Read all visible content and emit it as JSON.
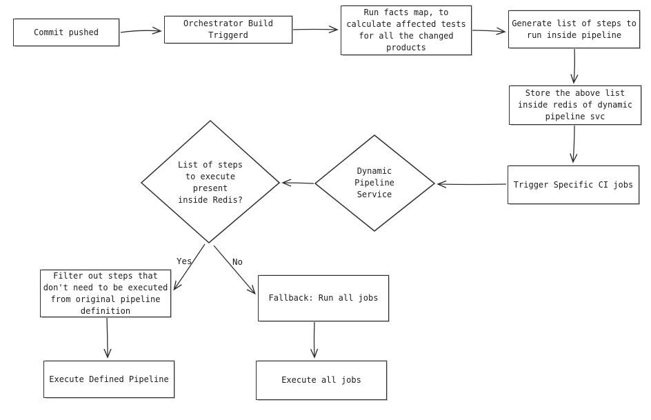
{
  "nodes": {
    "commit": {
      "label": "Commit pushed"
    },
    "orchestrator": {
      "label": "Orchestrator Build\nTriggerd"
    },
    "facts": {
      "label": "Run facts map, to\ncalculate affected tests\nfor all the changed\nproducts"
    },
    "generate": {
      "label": "Generate list of steps to\nrun inside pipeline"
    },
    "store": {
      "label": "Store the above list\ninside redis of dynamic\npipeline svc"
    },
    "trigger": {
      "label": "Trigger Specific CI jobs"
    },
    "dps": {
      "label": "Dynamic\nPipeline\nService"
    },
    "redis_check": {
      "label": "List of steps\nto execute\npresent\ninside Redis?"
    },
    "filter": {
      "label": "Filter out steps that\ndon't need to be executed\nfrom original pipeline\ndefinition"
    },
    "execute_defined": {
      "label": "Execute Defined Pipeline"
    },
    "fallback": {
      "label": "Fallback: Run all jobs"
    },
    "execute_all": {
      "label": "Execute all jobs"
    }
  },
  "edges": {
    "yes_label": "Yes",
    "no_label": "No"
  },
  "colors": {
    "stroke": "#2e2e2e",
    "sketch_gray": "#bdbdbd",
    "background": "#ffffff",
    "text": "#1c1c1c"
  }
}
